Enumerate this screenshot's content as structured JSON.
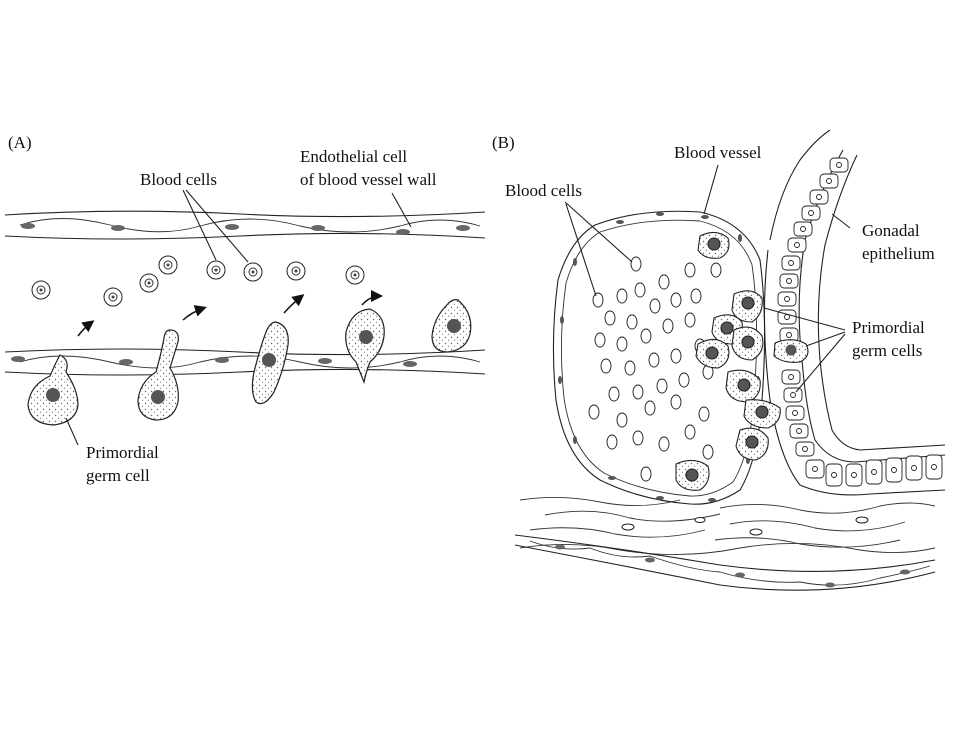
{
  "panel_a": {
    "letter": "(A)",
    "blood_cells_label": "Blood cells",
    "endothelial_label_line1": "Endothelial cell",
    "endothelial_label_line2": "of blood vessel wall",
    "pgc_label_line1": "Primordial",
    "pgc_label_line2": "germ cell"
  },
  "panel_b": {
    "letter": "(B)",
    "blood_vessel_label": "Blood vessel",
    "blood_cells_label": "Blood cells",
    "gonadal_label_line1": "Gonadal",
    "gonadal_label_line2": "epithelium",
    "pgc_label_line1": "Primordial",
    "pgc_label_line2": "germ cells"
  },
  "colors": {
    "ink": "#222222",
    "background": "#ffffff",
    "nucleus": "#555555"
  }
}
